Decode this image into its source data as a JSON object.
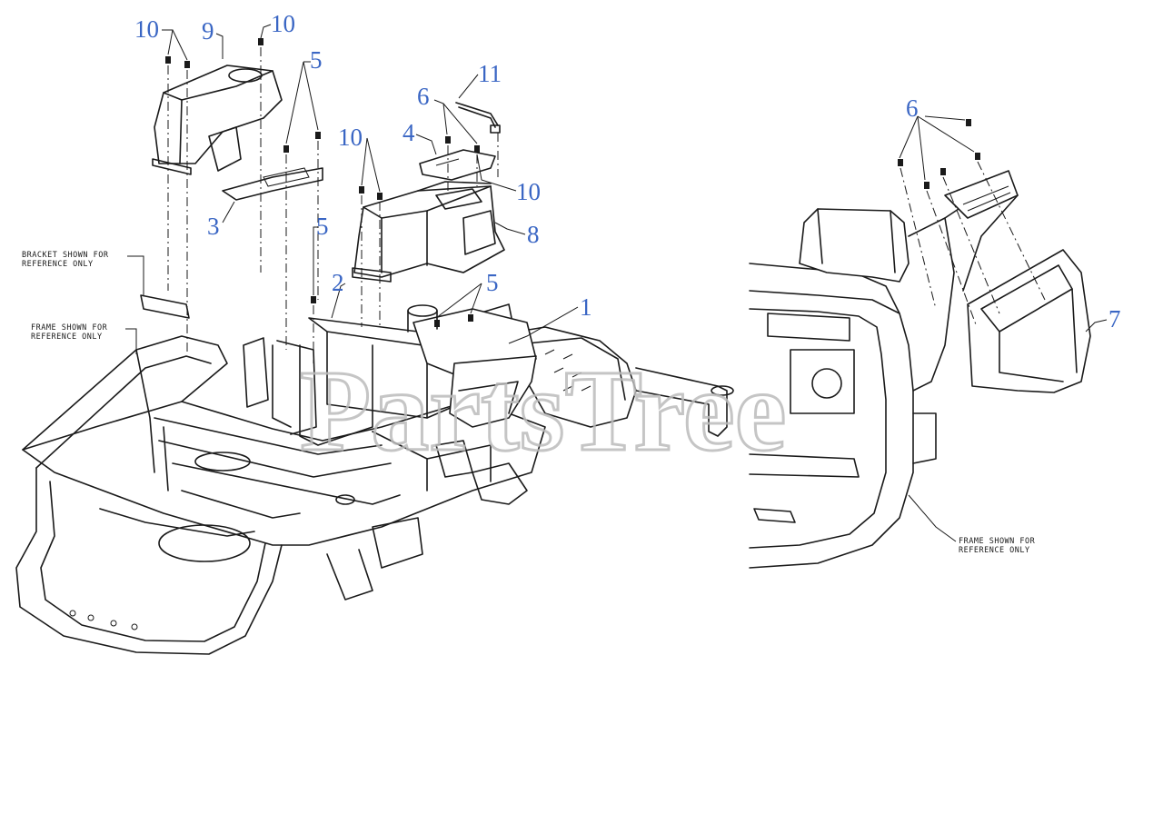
{
  "callouts": {
    "c10a": "10",
    "c9": "9",
    "c10b": "10",
    "c5a": "5",
    "c3": "3",
    "c10c": "10",
    "c6a": "6",
    "c11": "11",
    "c4": "4",
    "c10d": "10",
    "c8": "8",
    "c5b": "5",
    "c2": "2",
    "c5c": "5",
    "c1": "1",
    "c6b": "6",
    "c7": "7"
  },
  "notes": {
    "bracket_line1": "BRACKET SHOWN FOR",
    "bracket_line2": "REFERENCE ONLY",
    "frame_left_line1": "FRAME SHOWN FOR",
    "frame_left_line2": "REFERENCE ONLY",
    "frame_right_line1": "FRAME SHOWN FOR",
    "frame_right_line2": "REFERENCE ONLY"
  },
  "watermark": "PartsTree",
  "colors": {
    "callout": "#3a66c4",
    "line": "#1a1a1a",
    "watermark": "#bcbcbc"
  }
}
